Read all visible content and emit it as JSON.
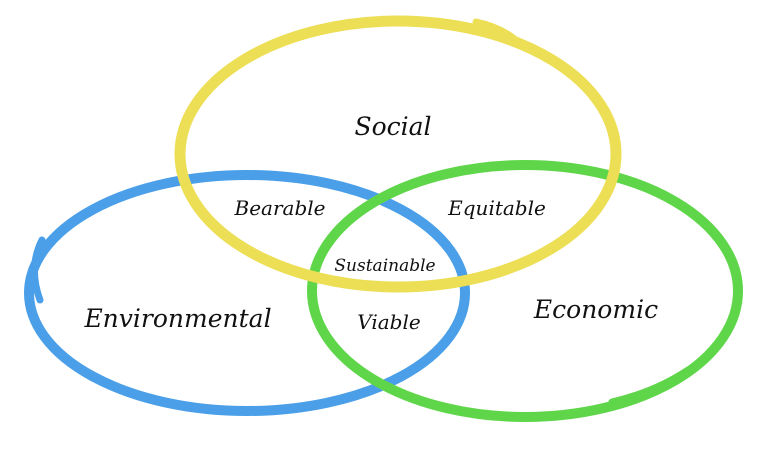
{
  "diagram": {
    "type": "venn",
    "circles": [
      {
        "id": "social",
        "label": "Social",
        "color": "#ECDF56"
      },
      {
        "id": "environmental",
        "label": "Environmental",
        "color": "#4A9FE8"
      },
      {
        "id": "economic",
        "label": "Economic",
        "color": "#5FD64A"
      }
    ],
    "overlaps": {
      "social_environmental": "Bearable",
      "social_economic": "Equitable",
      "environmental_economic": "Viable",
      "all": "Sustainable"
    }
  }
}
